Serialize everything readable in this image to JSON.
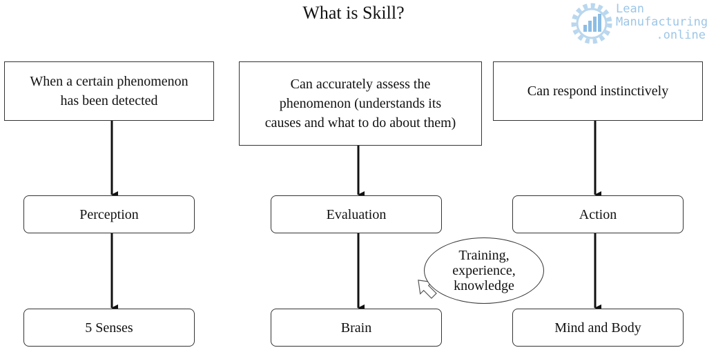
{
  "title": "What is Skill?",
  "columns": [
    {
      "top": "When a certain phenomenon\nhas been detected",
      "middle": "Perception",
      "bottom": "5 Senses"
    },
    {
      "top": "Can accurately assess the\nphenomenon (understands its\ncauses and what to do about them)",
      "middle": "Evaluation",
      "bottom": "Brain"
    },
    {
      "top": "Can respond instinctively",
      "middle": "Action",
      "bottom": "Mind and Body"
    }
  ],
  "callout": "Training,\nexperience,\nknowledge",
  "logo": {
    "line1": "Lean",
    "line2": "Manufacturing",
    "line3": ".online",
    "color": "#9dc6e6"
  },
  "colors": {
    "stroke": "#333333",
    "arrow": "#111111"
  }
}
